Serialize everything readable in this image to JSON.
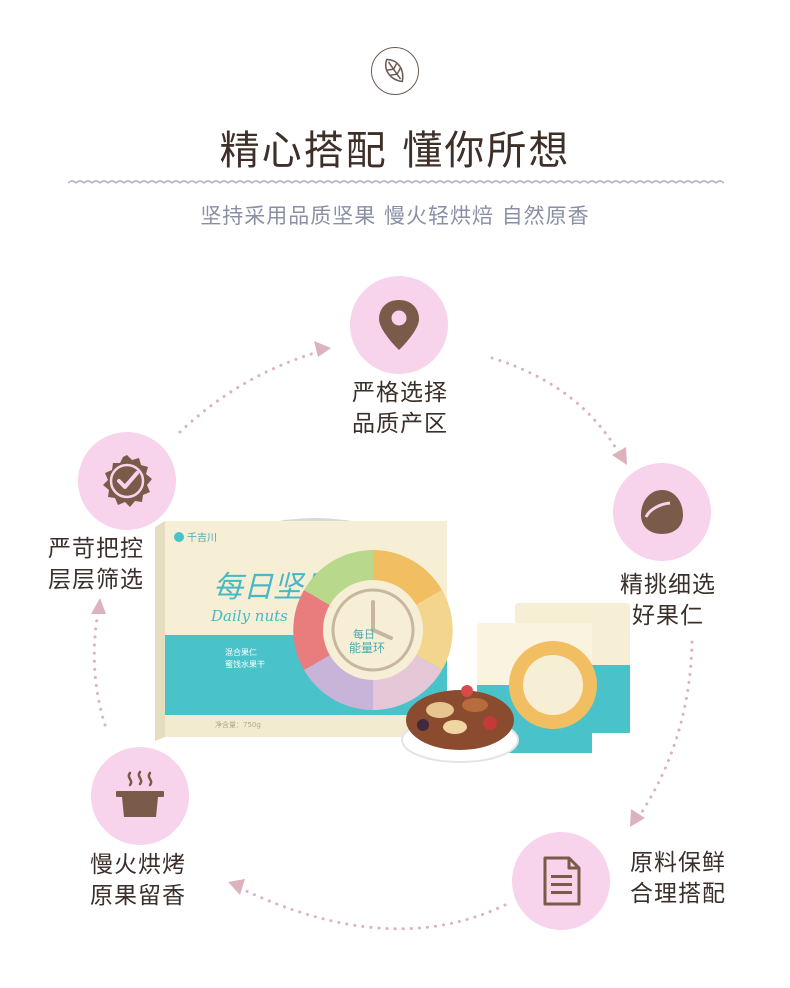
{
  "header": {
    "title": "精心搭配  懂你所想",
    "subtitle": "坚持采用品质坚果 慢火轻烘焙 自然原香",
    "badge_icon": "hazelnut-icon"
  },
  "steps": [
    {
      "icon": "location-pin-icon",
      "line1": "严格选择",
      "line2": "品质产区"
    },
    {
      "icon": "chestnut-icon",
      "line1": "精挑细选",
      "line2": "好果仁"
    },
    {
      "icon": "document-icon",
      "line1": "原料保鲜",
      "line2": "合理搭配"
    },
    {
      "icon": "steaming-pot-icon",
      "line1": "慢火烘烤",
      "line2": "原果留香"
    },
    {
      "icon": "quality-check-badge-icon",
      "line1": "严苛把控",
      "line2": "层层筛选"
    }
  ],
  "product": {
    "brand": "千吉川",
    "title_cn": "每日坚果",
    "title_en": "Daily nuts",
    "clock_text_1": "每日",
    "clock_text_2": "能量环",
    "desc_1": "混合果仁",
    "desc_2": "蜜饯水果干",
    "net_weight": "净含量：750g"
  },
  "colors": {
    "circle_bg": "#f7d3ec",
    "icon_brown": "#7a5a49",
    "arrow_pink": "#dcb2bd",
    "subtitle": "#8a8fa6"
  }
}
